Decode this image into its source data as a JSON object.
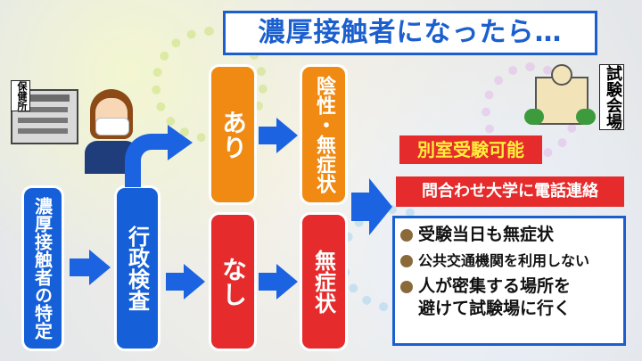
{
  "title": "濃厚接触者になったら…",
  "hokensho_label": "保健所",
  "shiken_label": "試験会場",
  "flow": {
    "identify": "濃厚接触者の特定",
    "inspect": "行政検査",
    "yes": "あり",
    "no": "なし",
    "yes_result": "陰性・無症状",
    "no_result": "無症状"
  },
  "notes": {
    "separate_room": "別室受験可能",
    "contact": "問合わせ大学に電話連絡"
  },
  "conditions": [
    "受験当日も無症状",
    "公共交通機関を利用しない",
    "人が密集する場所を",
    "避けて試験場に行く"
  ],
  "colors": {
    "blue": "#1560d8",
    "orange": "#f08a12",
    "red": "#e52b2b"
  }
}
